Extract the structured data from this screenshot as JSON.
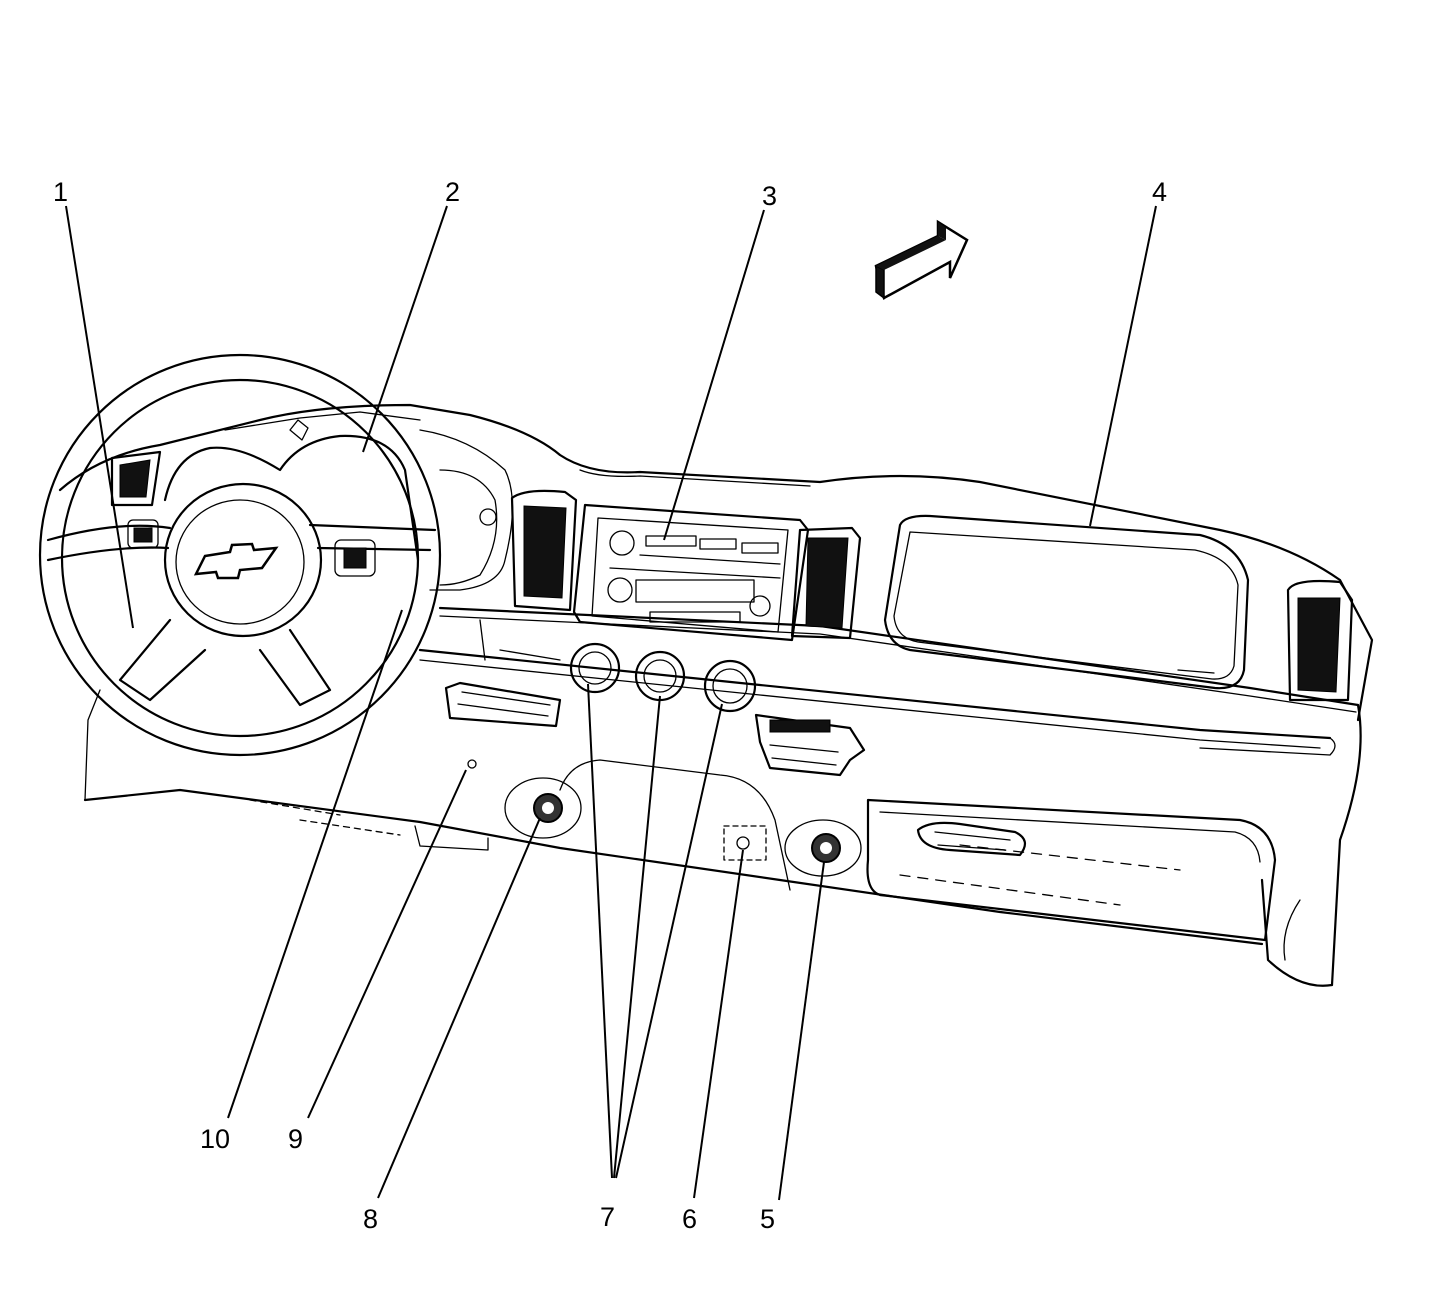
{
  "diagram": {
    "callouts": [
      {
        "id": "1",
        "label": "1"
      },
      {
        "id": "2",
        "label": "2"
      },
      {
        "id": "3",
        "label": "3"
      },
      {
        "id": "4",
        "label": "4"
      },
      {
        "id": "5",
        "label": "5"
      },
      {
        "id": "6",
        "label": "6"
      },
      {
        "id": "7",
        "label": "7"
      },
      {
        "id": "8",
        "label": "8"
      },
      {
        "id": "9",
        "label": "9"
      },
      {
        "id": "10",
        "label": "10"
      }
    ],
    "icons": {
      "direction_arrow": "forward-direction-arrow-icon",
      "logo": "bowtie-emblem-icon"
    },
    "colors": {
      "line": "#000000",
      "background": "#ffffff"
    }
  }
}
